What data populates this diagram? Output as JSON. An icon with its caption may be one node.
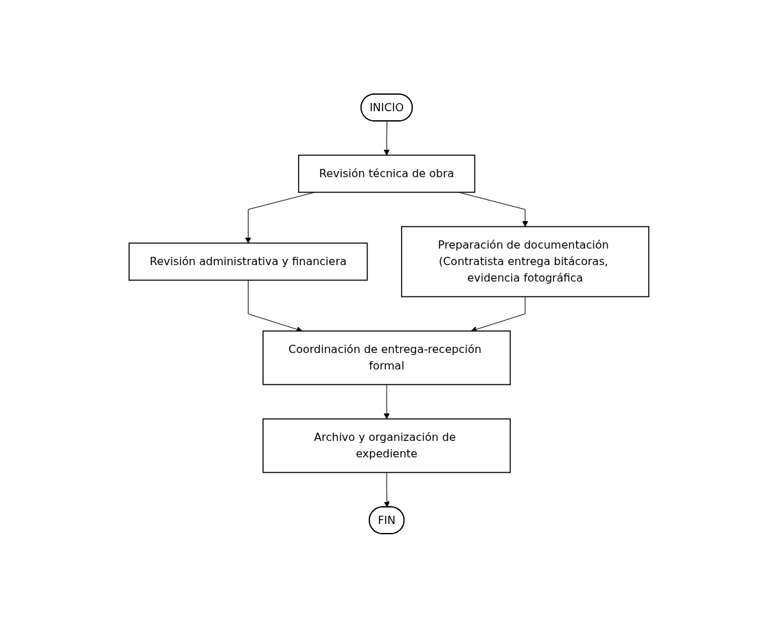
{
  "diagram": {
    "nodes": [
      {
        "text": [
          "INICIO"
        ]
      },
      {
        "text": [
          "Revisión técnica de obra"
        ]
      },
      {
        "text": [
          "Revisión administrativa y financiera"
        ]
      },
      {
        "text": [
          "Preparación de documentación (Contratista entrega bitácoras, evidencia fotográfica"
        ]
      },
      {
        "text": [
          "Coordinación de entrega-recepción formal"
        ]
      },
      {
        "text": [
          "Archivo y organización de expediente"
        ]
      },
      {
        "text": [
          "FIN"
        ]
      }
    ],
    "edges": [
      {
        "from": 0,
        "to": 1,
        "arrow": "to"
      },
      {
        "from": 1,
        "to": 2,
        "arrow": "to"
      },
      {
        "from": 1,
        "to": 3,
        "arrow": "to"
      },
      {
        "from": 2,
        "to": 4,
        "arrow": "to"
      },
      {
        "from": 3,
        "to": 4,
        "arrow": "to"
      },
      {
        "from": 4,
        "to": 5,
        "arrow": "to"
      },
      {
        "from": 5,
        "to": 6,
        "arrow": "to"
      }
    ]
  }
}
